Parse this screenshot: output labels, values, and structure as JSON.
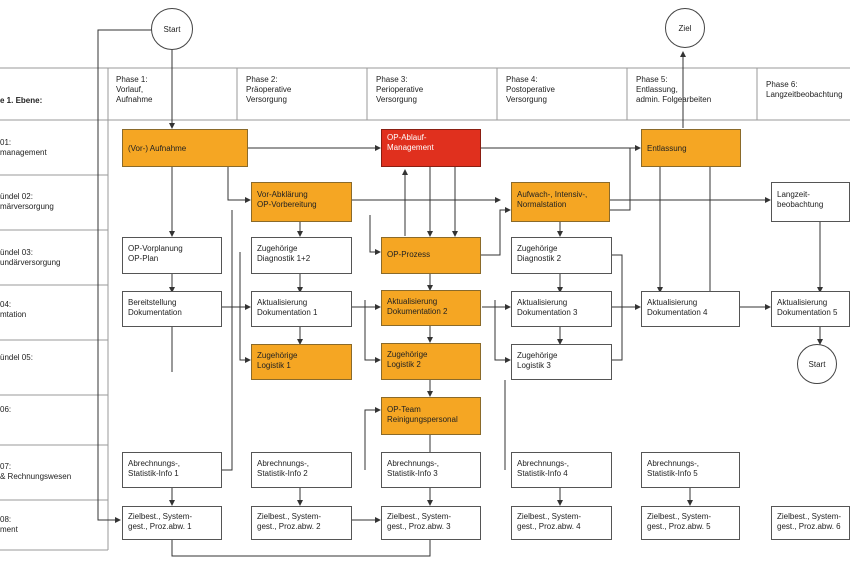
{
  "header": {
    "level_label": "e 1. Ebene:"
  },
  "phases": [
    "Phase 1:\nVorlauf,\nAufnahme",
    "Phase 2:\nPräoperative\nVersorgung",
    "Phase 3:\nPerioperative\nVersorgung",
    "Phase 4:\nPostoperative\nVersorgung",
    "Phase 5:\nEntlassung,\nadmin. Folgearbeiten",
    "Phase 6:\nLangzeitbeobachtung"
  ],
  "rows": [
    "01:\nmanagement",
    "ündel 02:\nmärversorgung",
    "ündel 03:\nundärversorgung",
    "04:\nmtation",
    "ündel 05:",
    "06:",
    "07:\n& Rechnungswesen",
    "08:\nment"
  ],
  "terminals": {
    "start_top": "Start",
    "ziel": "Ziel",
    "start_bottom": "Start"
  },
  "boxes": {
    "vor_aufnahme": "(Vor-) Aufnahme",
    "op_ablauf": "OP-Ablauf-\nManagement",
    "entlassung": "Entlassung",
    "vor_abklaerung": "Vor-Abklärung\nOP-Vorbereitung",
    "aufwach": "Aufwach-, Intensiv-,\nNormalstation",
    "langzeit": "Langzeit-\nbeobachtung",
    "op_vorplanung": "OP-Vorplanung\nOP-Plan",
    "diagnostik_12": "Zugehörige\nDiagnostik 1+2",
    "op_prozess": "OP-Prozess",
    "diagnostik_2": "Zugehörige\nDiagnostik 2",
    "bereitstellung": "Bereitstellung\nDokumentation",
    "akt_dok_1": "Aktualisierung\nDokumentation 1",
    "akt_dok_2": "Aktualisierung\nDokumentation 2",
    "akt_dok_3": "Aktualisierung\nDokumentation 3",
    "akt_dok_4": "Aktualisierung\nDokumentation 4",
    "akt_dok_5": "Aktualisierung\nDokumentation 5",
    "logistik_1": "Zugehörige\nLogistik 1",
    "logistik_2": "Zugehörige\nLogistik 2",
    "logistik_3": "Zugehörige\nLogistik 3",
    "op_team": "OP-Team\nReinigungspersonal",
    "abr_1": "Abrechnungs-,\nStatistik-Info 1",
    "abr_2": "Abrechnungs-,\nStatistik-Info 2",
    "abr_3": "Abrechnungs-,\nStatistik-Info 3",
    "abr_4": "Abrechnungs-,\nStatistik-Info 4",
    "abr_5": "Abrechnungs-,\nStatistik-Info 5",
    "ziel_1": "Zielbest., System-\ngest., Proz.abw. 1",
    "ziel_2": "Zielbest., System-\ngest., Proz.abw. 2",
    "ziel_3": "Zielbest., System-\ngest., Proz.abw. 3",
    "ziel_4": "Zielbest., System-\ngest., Proz.abw. 4",
    "ziel_5": "Zielbest., System-\ngest., Proz.abw. 5",
    "ziel_6": "Zielbest., System-\ngest., Proz.abw. 6"
  },
  "colors": {
    "orange": "#f5a623",
    "red": "#e0301e",
    "line": "#333333",
    "grid": "#9a9a9a"
  }
}
